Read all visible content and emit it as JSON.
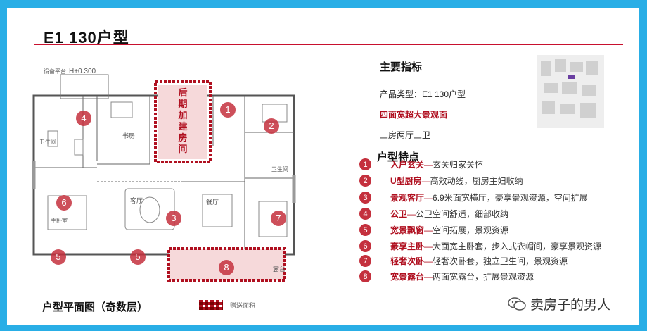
{
  "title": "E1  130户型",
  "plan": {
    "caption": "户型平面图（奇数层）",
    "legend_label": "赠送面积",
    "annex_label": [
      "后",
      "期",
      "加",
      "建",
      "房",
      "间"
    ],
    "top_left_labels": [
      "设备平台",
      "H+0.300"
    ],
    "room_labels": {
      "study": "书房",
      "bathroom_left": "卫生间",
      "bathroom_right": "卫生间",
      "living": "客厅",
      "dining": "餐厅",
      "master": "主卧室",
      "terrace": "露台"
    },
    "markers": [
      "1",
      "2",
      "3",
      "4",
      "5",
      "5",
      "6",
      "7",
      "8"
    ]
  },
  "indicators": {
    "heading": "主要指标",
    "product_type": "产品类型：E1  130户型",
    "highlight": "四面宽超大景观面",
    "layout": "三房两厅三卫"
  },
  "features": {
    "heading": "户型特点",
    "items": [
      {
        "num": "1",
        "key": "入户玄关",
        "desc": "玄关归家关怀"
      },
      {
        "num": "2",
        "key": "U型厨房",
        "desc": "高效动线，厨房主妇收纳"
      },
      {
        "num": "3",
        "key": "景观客厅",
        "desc": "6.9米面宽横厅，豪享景观资源，空间扩展"
      },
      {
        "num": "4",
        "key": "公卫",
        "desc": "公卫空间舒适，细部收纳"
      },
      {
        "num": "5",
        "key": "宽景飘窗",
        "desc": "空间拓展，景观资源"
      },
      {
        "num": "6",
        "key": "豪享主卧",
        "desc": "大面宽主卧套，步入式衣帽间，豪享景观资源"
      },
      {
        "num": "7",
        "key": "轻奢次卧",
        "desc": "轻奢次卧套，独立卫生间，景观资源"
      },
      {
        "num": "8",
        "key": "宽景露台",
        "desc": "两面宽露台，扩展景观资源"
      }
    ]
  },
  "watermark": {
    "name": "卖房子的男人",
    "icon": "wechat-icon"
  },
  "colors": {
    "frame": "#29aee6",
    "accent": "#b01020",
    "marker": "#c4303d"
  }
}
